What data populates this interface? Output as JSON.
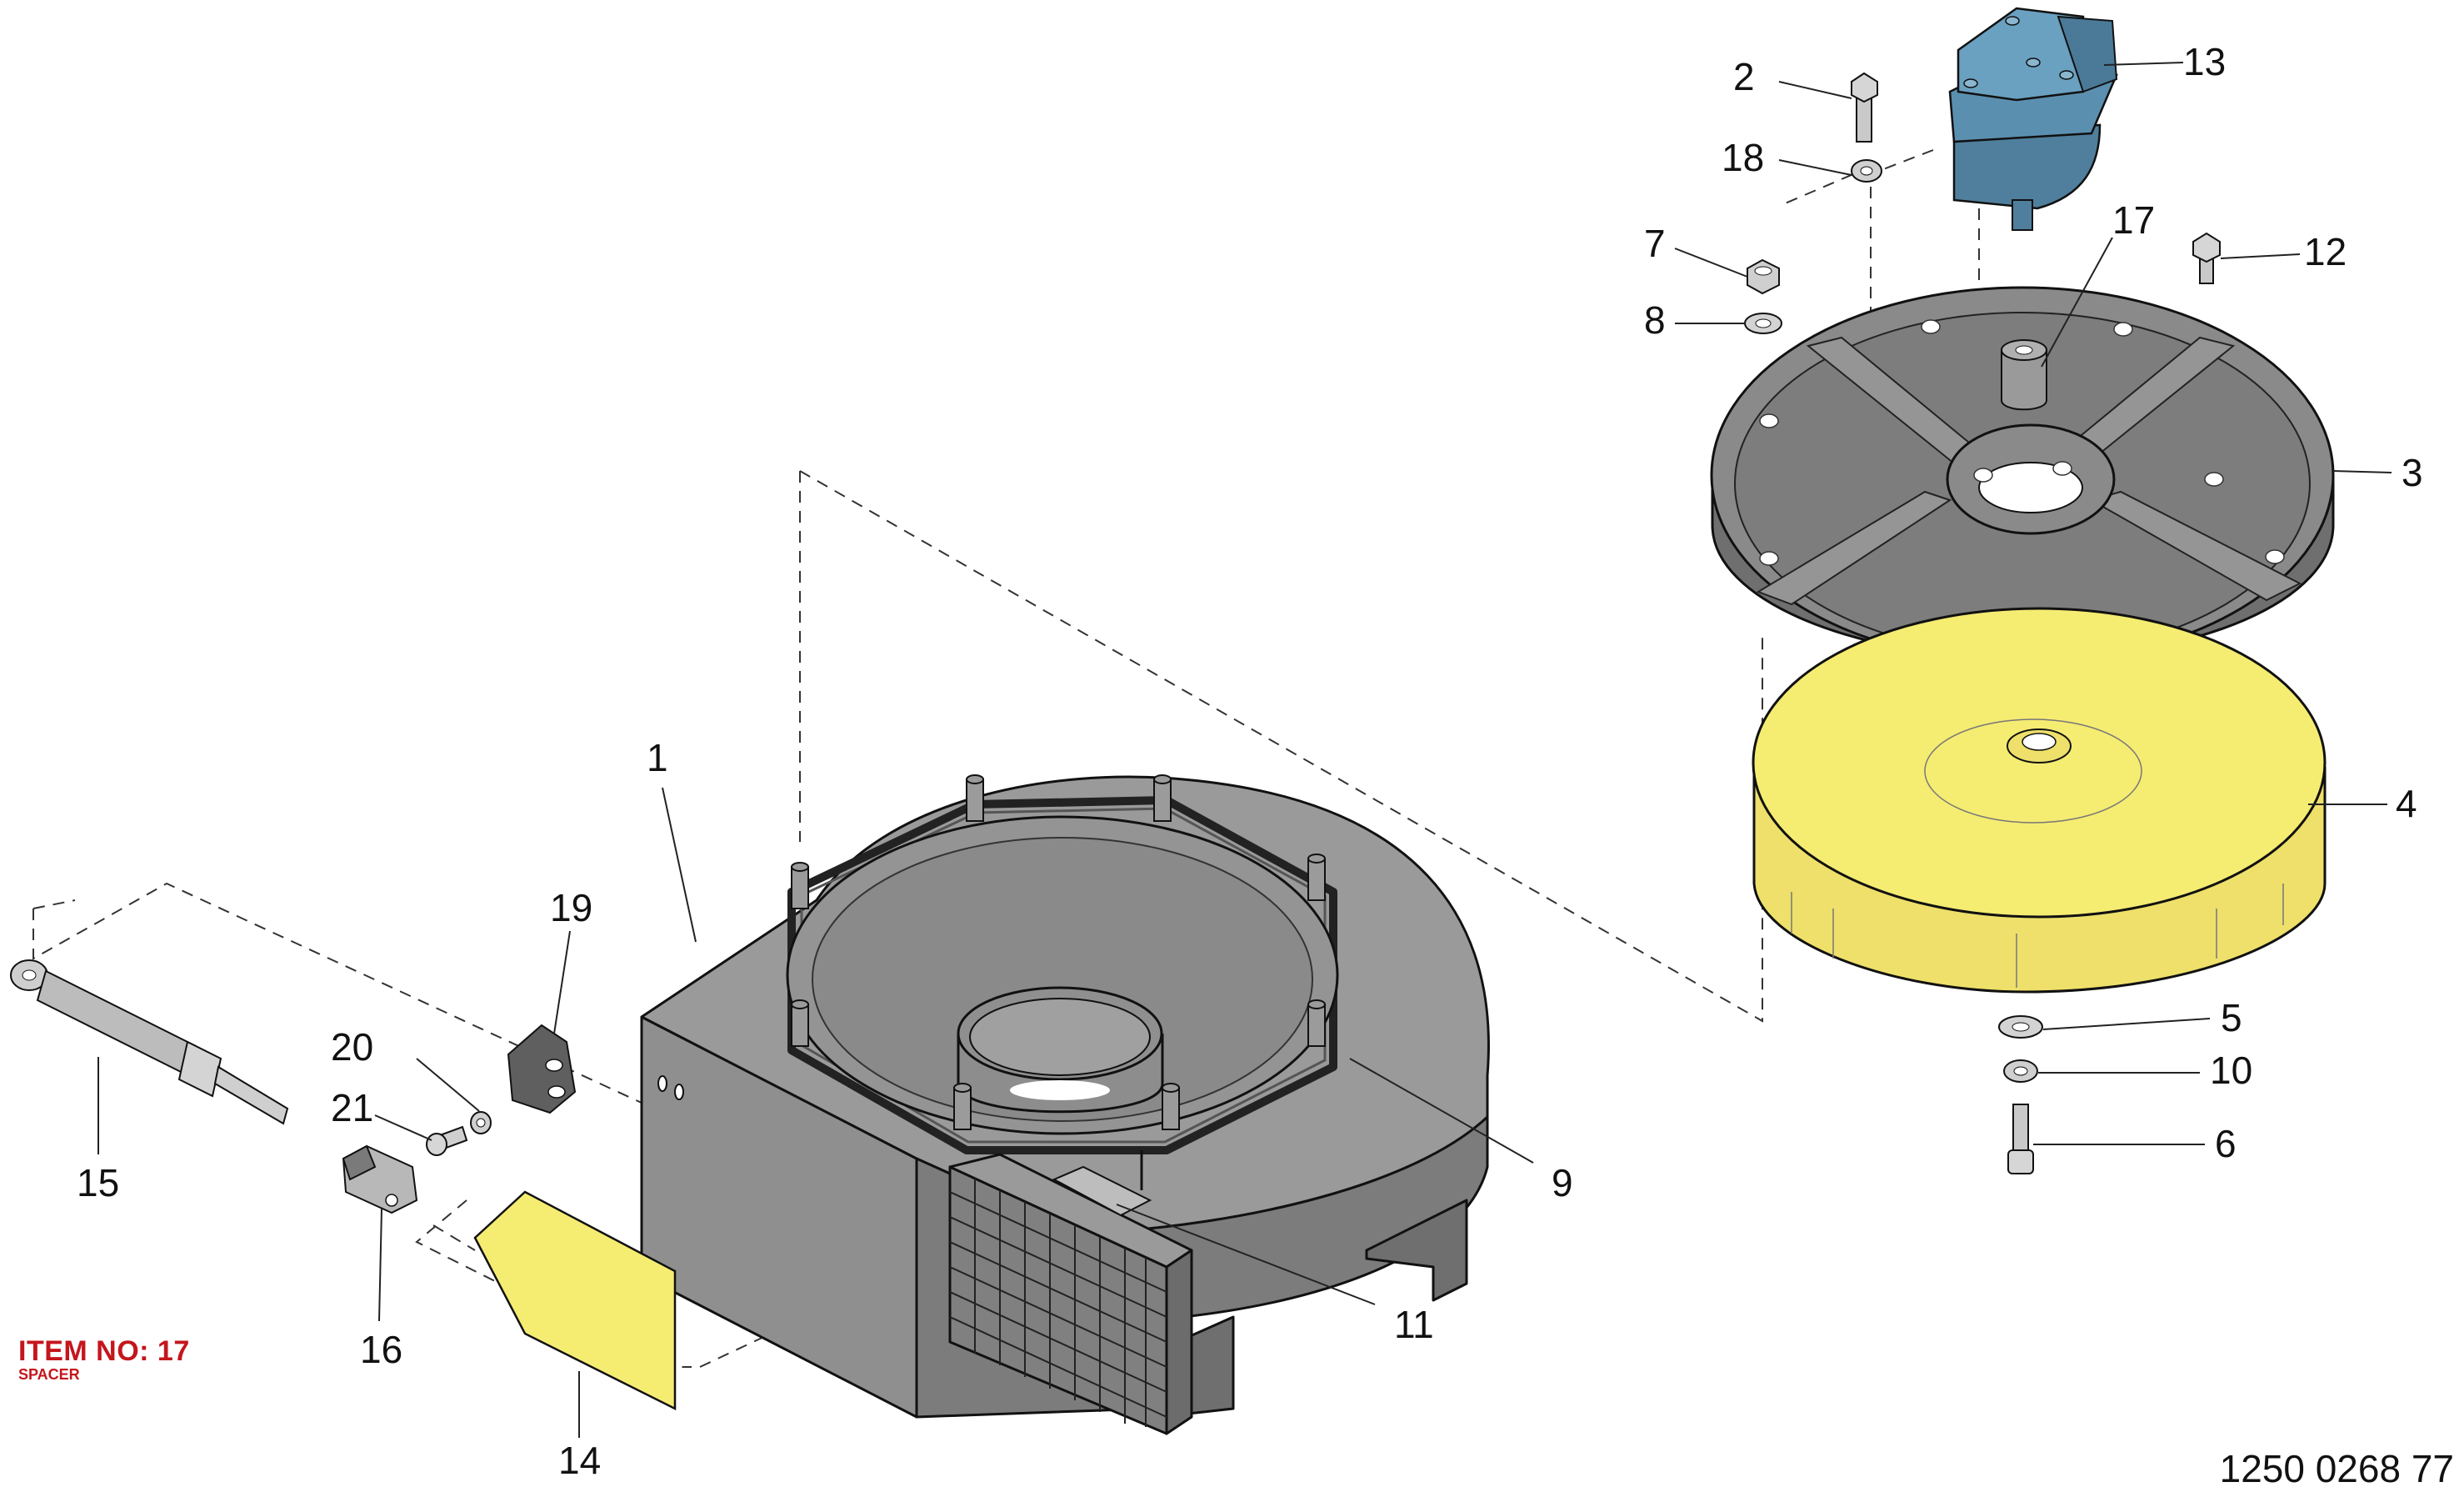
{
  "callouts": {
    "c1": "1",
    "c2": "2",
    "c3": "3",
    "c4": "4",
    "c5": "5",
    "c6": "6",
    "c7": "7",
    "c8": "8",
    "c9": "9",
    "c10": "10",
    "c11": "11",
    "c12": "12",
    "c13": "13",
    "c14": "14",
    "c15": "15",
    "c16": "16",
    "c17": "17",
    "c18": "18",
    "c19": "19",
    "c20": "20",
    "c21": "21"
  },
  "item_note": {
    "title": "ITEM NO: 17",
    "subtitle": "SPACER"
  },
  "drawing_number": "1250 0268 77",
  "colors": {
    "housing": "#8f8f8f",
    "housing_dark": "#6f6f6f",
    "cover": "#8a8a8a",
    "impeller": "#f5ec72",
    "motor": "#5b8fb0",
    "plate": "#f5ec72",
    "note": "#c4161c"
  }
}
